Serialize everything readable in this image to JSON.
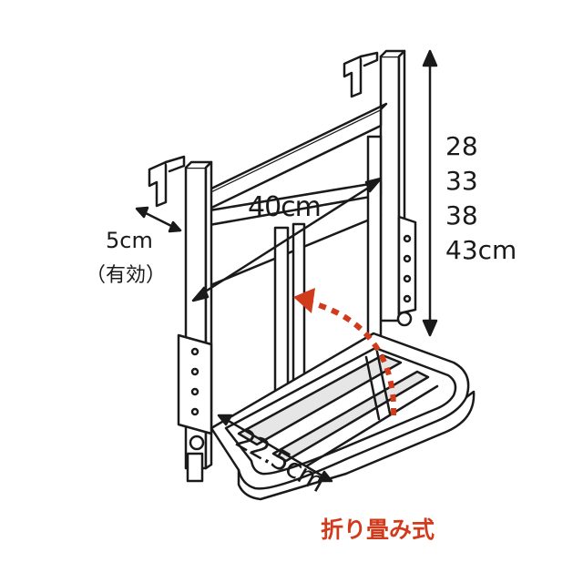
{
  "labels": {
    "width_40": "40cm",
    "width_5": "5cm",
    "width_5_note": "（有効）",
    "depth": "22.5cm",
    "heights": [
      "28",
      "33",
      "38",
      "43cm"
    ],
    "caption": "折り畳み式"
  },
  "colors": {
    "line": "#1a1a1a",
    "fill": "#ffffff",
    "shade": "#e6e6e6",
    "accent": "#d23a1c"
  }
}
